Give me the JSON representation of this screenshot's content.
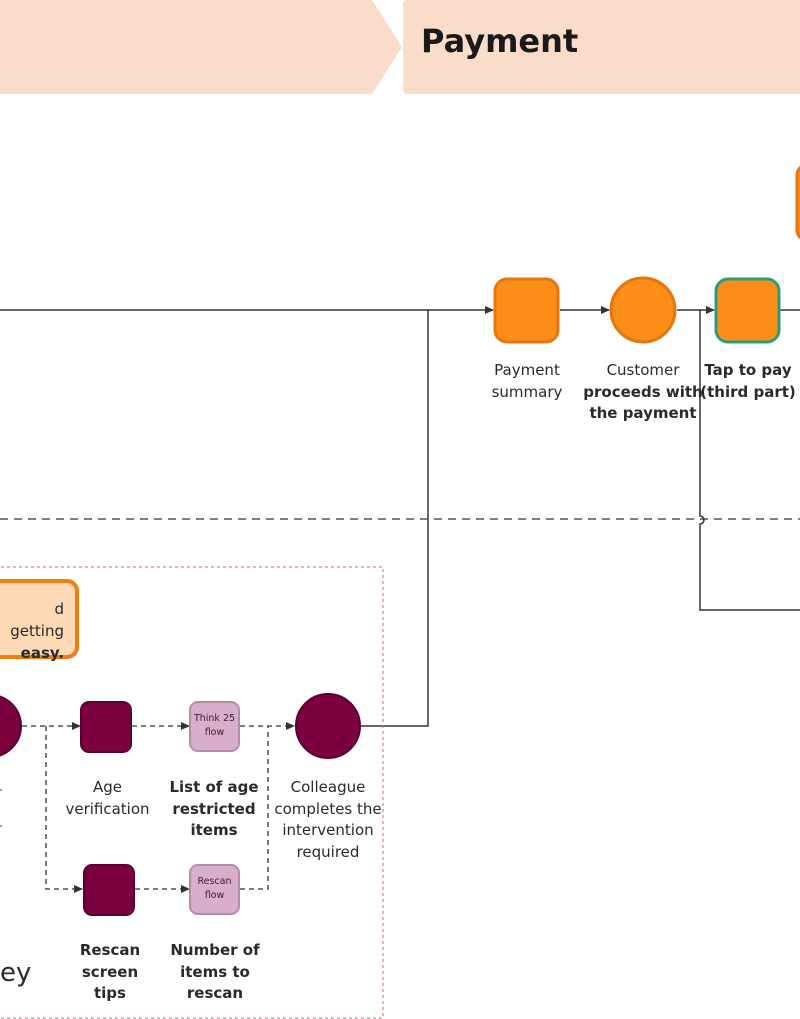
{
  "banner": {
    "title": "Payment"
  },
  "payment_steps": [
    {
      "id": "payment-summary",
      "line1": "Payment",
      "line2": "summary"
    },
    {
      "id": "customer-proceeds",
      "line1": "Customer",
      "line2": "proceeds with",
      "line3": "the payment"
    },
    {
      "id": "tap-to-pay",
      "line1": "Tap to pay",
      "line2": "(third part)"
    }
  ],
  "intervention": {
    "note": {
      "line1": "d getting",
      "line2": "easy."
    },
    "age_verification": {
      "label": "Age verification"
    },
    "think25": {
      "inner_line1": "Think 25",
      "inner_line2": "flow",
      "line1": "List of age",
      "line2": "restricted",
      "line3": "items"
    },
    "colleague": {
      "line1": "Colleague",
      "line2": "completes the",
      "line3": "intervention",
      "line4": "required"
    },
    "rescan_tips": {
      "line1": "Rescan screen",
      "line2": "tips"
    },
    "rescan_flow": {
      "inner_line1": "Rescan",
      "inner_line2": "flow",
      "line1": "Number of",
      "line2": "items to",
      "line3": "rescan"
    },
    "journey_fragment": "ey"
  },
  "colors": {
    "banner": "#f9dcc9",
    "orange": "#fb8d19",
    "orange_border": "#e67510",
    "teal_border": "#2a9d7f",
    "maroon": "#7a0040",
    "maroon_border": "#5a0030",
    "pink": "#d9aec8",
    "pink_border": "#b98aa6",
    "dashed_red": "#e06070"
  }
}
